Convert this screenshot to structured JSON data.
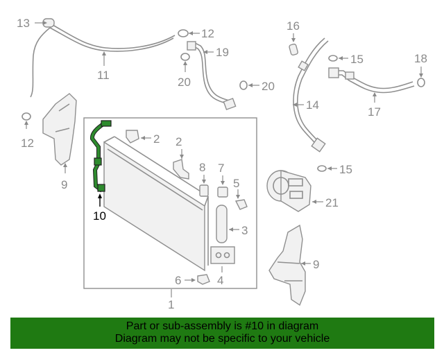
{
  "callouts": {
    "c13": "13",
    "c12a": "12",
    "c19": "19",
    "c11": "11",
    "c20a": "20",
    "c20b": "20",
    "c16": "16",
    "c15a": "15",
    "c18": "18",
    "c14": "14",
    "c17": "17",
    "c12b": "12",
    "c9a": "9",
    "c2a": "2",
    "c2b": "2",
    "c8": "8",
    "c7": "7",
    "c5": "5",
    "c10": "10",
    "c3": "3",
    "c4": "4",
    "c6": "6",
    "c1": "1",
    "c15b": "15",
    "c21": "21",
    "c9b": "9"
  },
  "banner": {
    "line1": "Part or sub-assembly is #10 in diagram",
    "line2": "Diagram may not be specific to your vehicle"
  },
  "colors": {
    "highlight_part": "#2e8b2e",
    "banner_bg": "#1f7a12",
    "line_gray": "#8f8f8f"
  }
}
